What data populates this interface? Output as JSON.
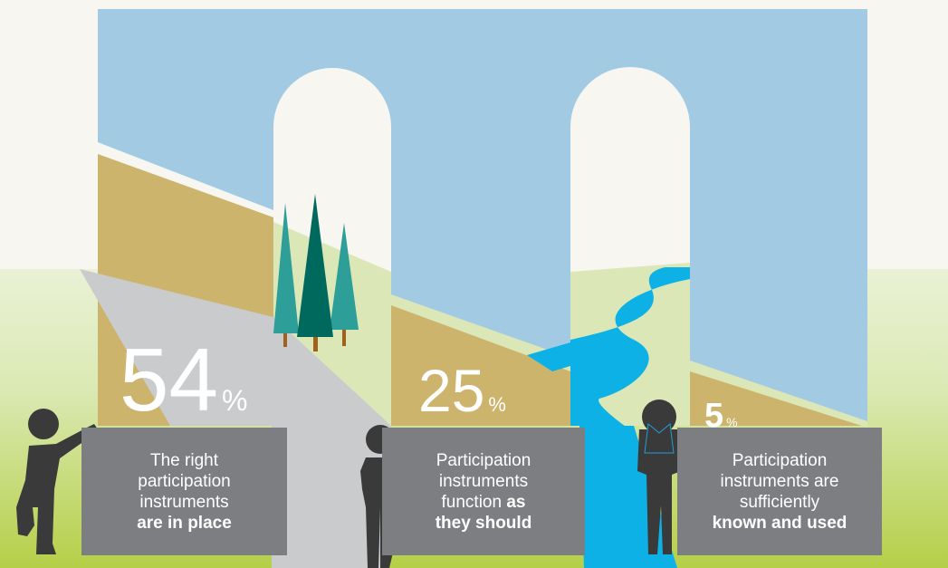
{
  "stats": [
    {
      "value": "54",
      "unit": "%",
      "line1": "The right",
      "line2": "participation",
      "line3": "instruments",
      "bold": "are in place"
    },
    {
      "value": "25",
      "unit": "%",
      "line1": "Participation",
      "line2": "instruments",
      "line3": "function",
      "bold_inline": "as",
      "bold": "they should"
    },
    {
      "value": "5",
      "unit": "%",
      "line1": "Participation",
      "line2": "instruments are",
      "line3": "sufficiently",
      "bold": "known and used"
    }
  ],
  "colors": {
    "sky": "#a2cbe3",
    "sand": "#cdb46d",
    "background": "#f8f6f0",
    "grass_light": "#e6efcc",
    "grass_dark": "#b8d14f",
    "road": "#c9cbcc",
    "river": "#0eb1e6",
    "tree_dark": "#00695e",
    "tree_light": "#2e9e98",
    "trunk": "#a0611e",
    "box": "#7c7e82",
    "figure": "#3a3a3a"
  },
  "icons": [
    "figure-leaning-icon",
    "figure-thinking-icon",
    "figure-face-in-hands-icon",
    "tree-icon"
  ]
}
